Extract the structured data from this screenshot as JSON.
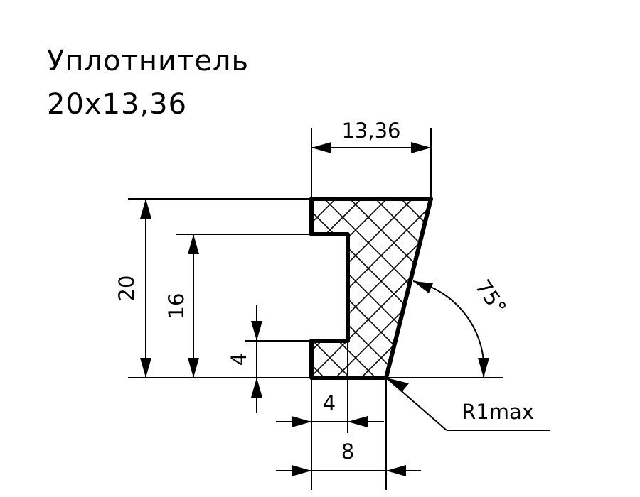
{
  "title": {
    "line1": "Уплотнитель",
    "line2": "20х13,36"
  },
  "dimensions": {
    "width_top": "13,36",
    "height_total": "20",
    "height_groove": "16",
    "height_lip": "4",
    "width_lip": "4",
    "width_bottom": "8",
    "angle": "75°",
    "radius": "R1max"
  }
}
